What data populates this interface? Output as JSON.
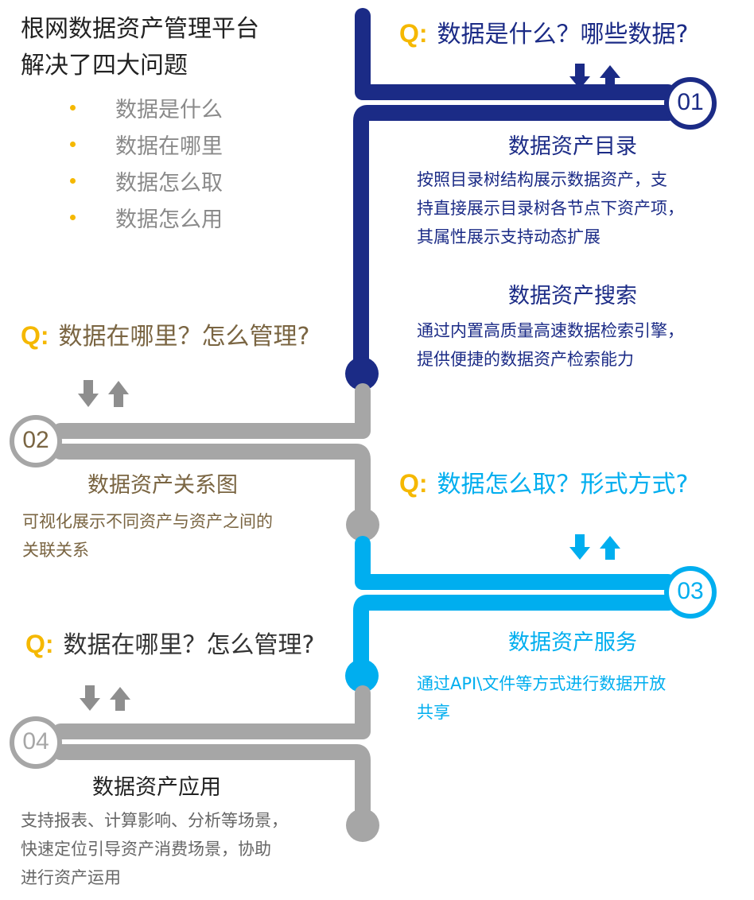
{
  "title": {
    "line1": "根网数据资产管理平台",
    "line2": "解决了四大问题"
  },
  "problems": [
    "数据是什么",
    "数据在哪里",
    "数据怎么取",
    "数据怎么用"
  ],
  "colors": {
    "navy": "#1b2b86",
    "cyan": "#00aeef",
    "gray": "#a6a6a6",
    "gold": "#f5b800",
    "brown": "#7a6542",
    "dark_text": "#222222"
  },
  "q_mark": "Q:",
  "steps": [
    {
      "number": "01",
      "question": "数据是什么？哪些数据?",
      "items": [
        {
          "heading": "数据资产目录",
          "lines": [
            "按照目录树结构展示数据资产，支",
            "持直接展示目录树各节点下资产项，",
            "其属性展示支持动态扩展"
          ]
        },
        {
          "heading": "数据资产搜索",
          "lines": [
            "通过内置高质量高速数据检索引擎，",
            "提供便捷的数据资产检索能力"
          ]
        }
      ]
    },
    {
      "number": "02",
      "question": "数据在哪里？怎么管理?",
      "items": [
        {
          "heading": "数据资产关系图",
          "lines": [
            "可视化展示不同资产与资产之间的",
            "关联关系"
          ]
        }
      ]
    },
    {
      "number": "03",
      "question": "数据怎么取？形式方式?",
      "items": [
        {
          "heading": "数据资产服务",
          "lines": [
            "通过API\\文件等方式进行数据开放",
            "共享"
          ]
        }
      ]
    },
    {
      "number": "04",
      "question": "数据在哪里？怎么管理?",
      "items": [
        {
          "heading": "数据资产应用",
          "lines": [
            "支持报表、计算影响、分析等场景，",
            "快速定位引导资产消费场景，协助",
            "进行资产运用"
          ]
        }
      ]
    }
  ],
  "icons": {
    "updown": "down-up-arrows-icon",
    "node": "circle-node-icon"
  }
}
